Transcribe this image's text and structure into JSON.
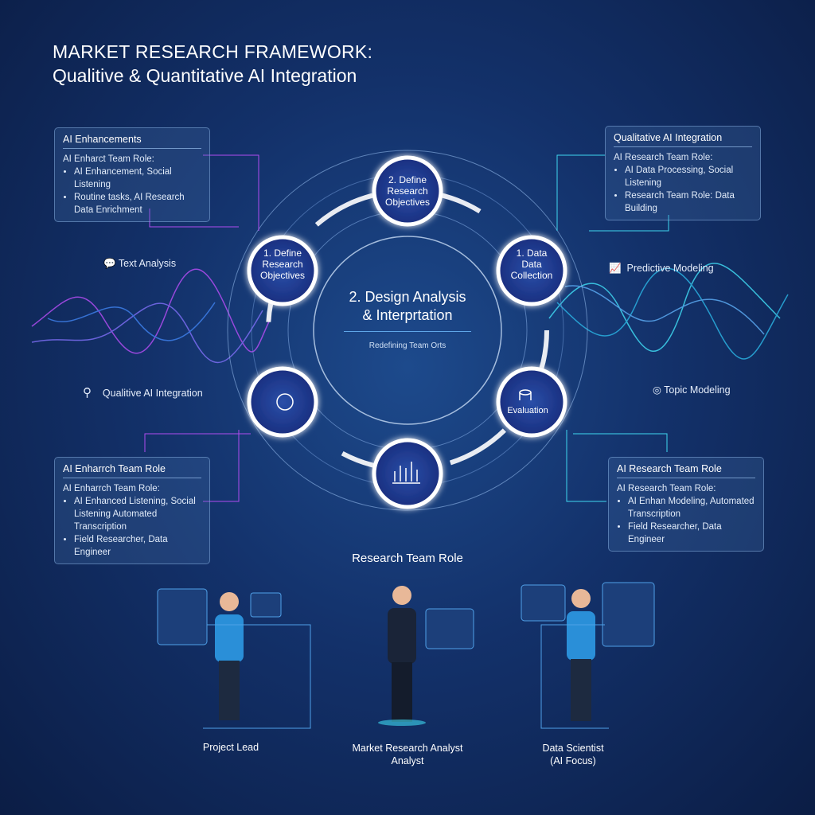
{
  "header": {
    "title": "MARKET RESEARCH FRAMEWORK:",
    "subtitle": "Qualitive & Quantitative AI Integration"
  },
  "panels": [
    {
      "title": "AI Enhancements",
      "intro": "AI Enharct Team Role:",
      "bullets": [
        "AI Enhancement, Social Listening",
        "Routine tasks, AI Research Data Enrichment"
      ]
    },
    {
      "title": "Qualitative AI Integration",
      "intro": "AI Research Team Role:",
      "bullets": [
        "AI Data Processing, Social Listening",
        "Research Team Role: Data Building"
      ]
    },
    {
      "title": "AI Enharrch Team Role",
      "intro": "AI Enharrch Team Role:",
      "bullets": [
        "AI Enhanced Listening, Social Listening Automated Transcription",
        "Field Researcher, Data Engineer"
      ]
    },
    {
      "title": "AI Research Team Role",
      "intro": "AI Research Team Role:",
      "bullets": [
        "AI Enhan Modeling, Automated Transcription",
        "Field Researcher, Data Engineer"
      ]
    }
  ],
  "cycle": {
    "top": "2. Define Research Objectives",
    "left": "1. Define Research Objectives",
    "right": "1. Data Data Collection",
    "bottom_right": "Evaluation",
    "center_title": "2. Design Analysis & Interprtation",
    "center_sub": "Redefining Team Orts"
  },
  "side_labels": {
    "text_analysis": "Text Analysis",
    "qualitive": "Qualitive AI Integration",
    "predictive": "Predictive Modeling",
    "topic": "Topic Modeling"
  },
  "team": {
    "heading": "Research Team Role",
    "roles": [
      "Project Lead",
      "Market Research Analyst Analyst",
      "Data Scientist (AI Focus)"
    ]
  },
  "colors": {
    "accent_purple": "#b04cf0",
    "accent_cyan": "#3fd7f0",
    "background": "#13316a"
  }
}
